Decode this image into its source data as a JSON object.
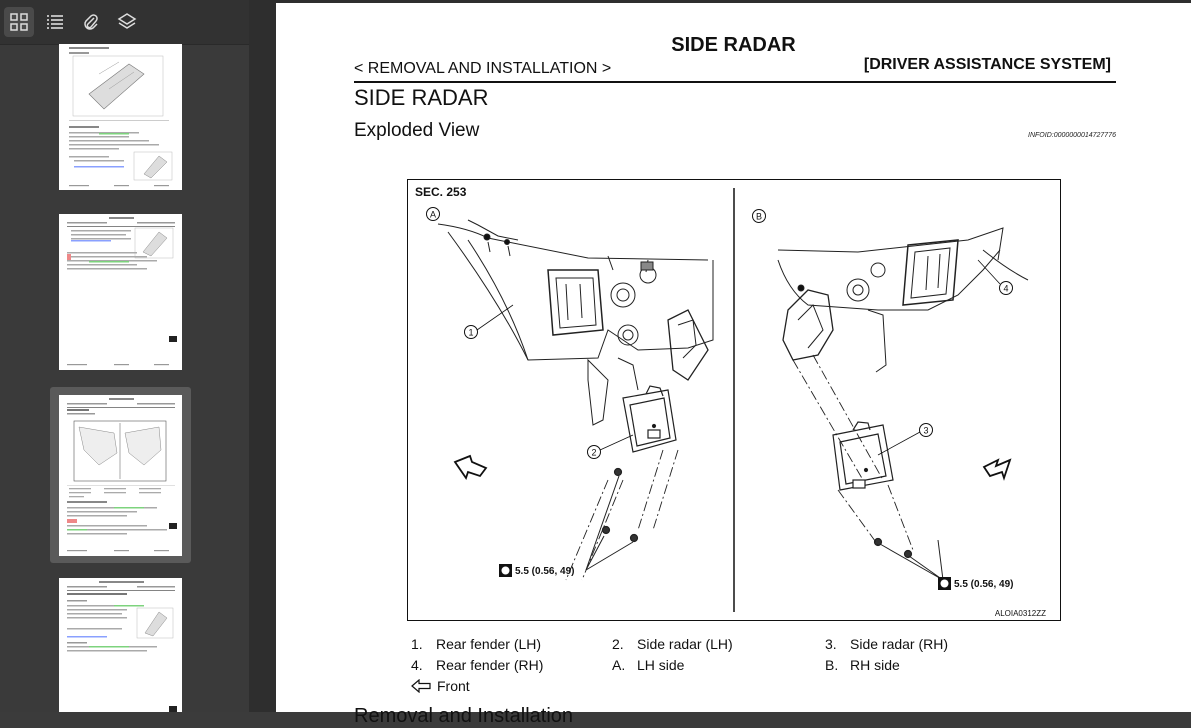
{
  "viewer": {
    "toolbar": [
      {
        "name": "thumbnails-icon",
        "active": true
      },
      {
        "name": "outline-icon",
        "active": false
      },
      {
        "name": "attachments-icon",
        "active": false
      },
      {
        "name": "layers-icon",
        "active": false
      }
    ]
  },
  "page": {
    "header_title": "SIDE RADAR",
    "breadcrumb": "< REMOVAL AND INSTALLATION >",
    "system": "[DRIVER ASSISTANCE SYSTEM]",
    "section_title": "SIDE RADAR",
    "subsection_title": "Exploded View",
    "info_id": "INFOID:0000000014727776",
    "figure": {
      "sec": "SEC. 253",
      "panel_a": "A",
      "panel_b": "B",
      "callouts": [
        "1",
        "2",
        "3",
        "4"
      ],
      "torque_a": "5.5 (0.56, 49)",
      "torque_b": "5.5 (0.56, 49)",
      "figure_id": "ALOIA0312ZZ"
    },
    "legend": [
      {
        "num": "1.",
        "text": "Rear fender (LH)"
      },
      {
        "num": "2.",
        "text": "Side radar (LH)"
      },
      {
        "num": "3.",
        "text": "Side radar (RH)"
      },
      {
        "num": "4.",
        "text": "Rear fender (RH)"
      },
      {
        "num": "A.",
        "text": "LH side"
      },
      {
        "num": "B.",
        "text": "RH side"
      }
    ],
    "front_label": "Front",
    "next_heading": "Removal and Installation"
  }
}
